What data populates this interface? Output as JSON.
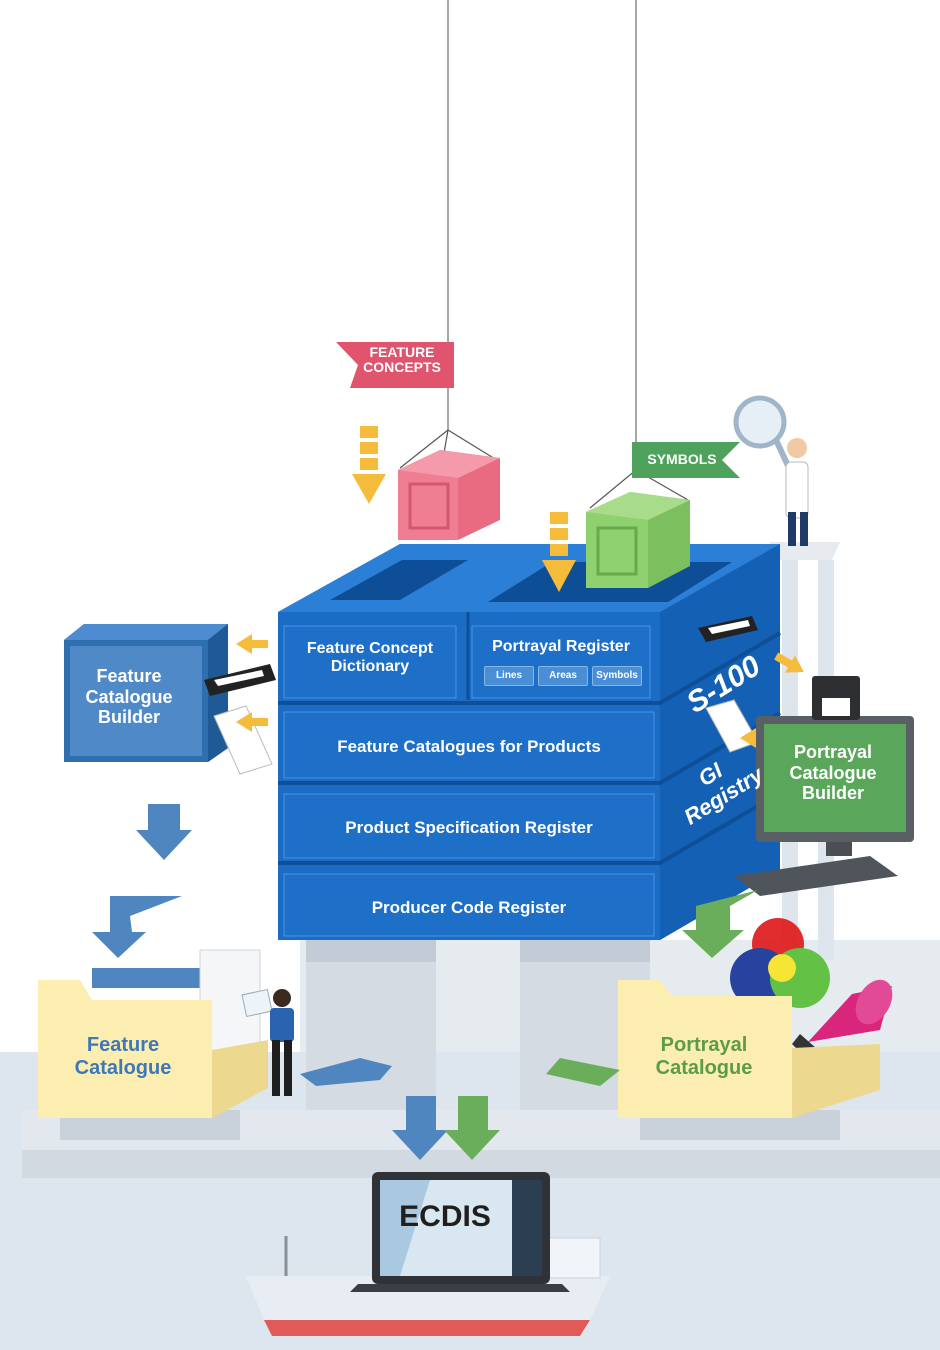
{
  "ribbons": {
    "feature_concepts": "FEATURE\nCONCEPTS",
    "symbols": "SYMBOLS"
  },
  "registry": {
    "brand_top": "S-100",
    "brand_bottom": "GI\nRegistry",
    "feature_concept_dictionary": "Feature Concept\nDictionary",
    "portrayal_register": "Portrayal Register",
    "portrayal_items": [
      "Lines",
      "Areas",
      "Symbols"
    ],
    "feature_catalogues_for_products": "Feature Catalogues for Products",
    "product_specification_register": "Product Specification Register",
    "producer_code_register": "Producer Code Register"
  },
  "tools": {
    "feature_catalogue_builder": "Feature\nCatalogue\nBuilder",
    "portrayal_catalogue_builder": "Portrayal\nCatalogue\nBuilder"
  },
  "outputs": {
    "feature_catalogue": "Feature\nCatalogue",
    "portrayal_catalogue": "Portrayal\nCatalogue",
    "ecdis": "ECDIS"
  },
  "colors": {
    "registry_blue": "#1b6cc4",
    "registry_dark": "#0f4f99",
    "pink_box": "#e86b82",
    "green_box": "#7cbf5f",
    "arrow_yellow": "#f4bc3a",
    "folder_yellow": "#fbeeb0",
    "ribbon_pink": "#e0546d",
    "ribbon_green": "#4fa25c",
    "arrow_blue": "#4f86bf",
    "arrow_green": "#6aae5b"
  }
}
